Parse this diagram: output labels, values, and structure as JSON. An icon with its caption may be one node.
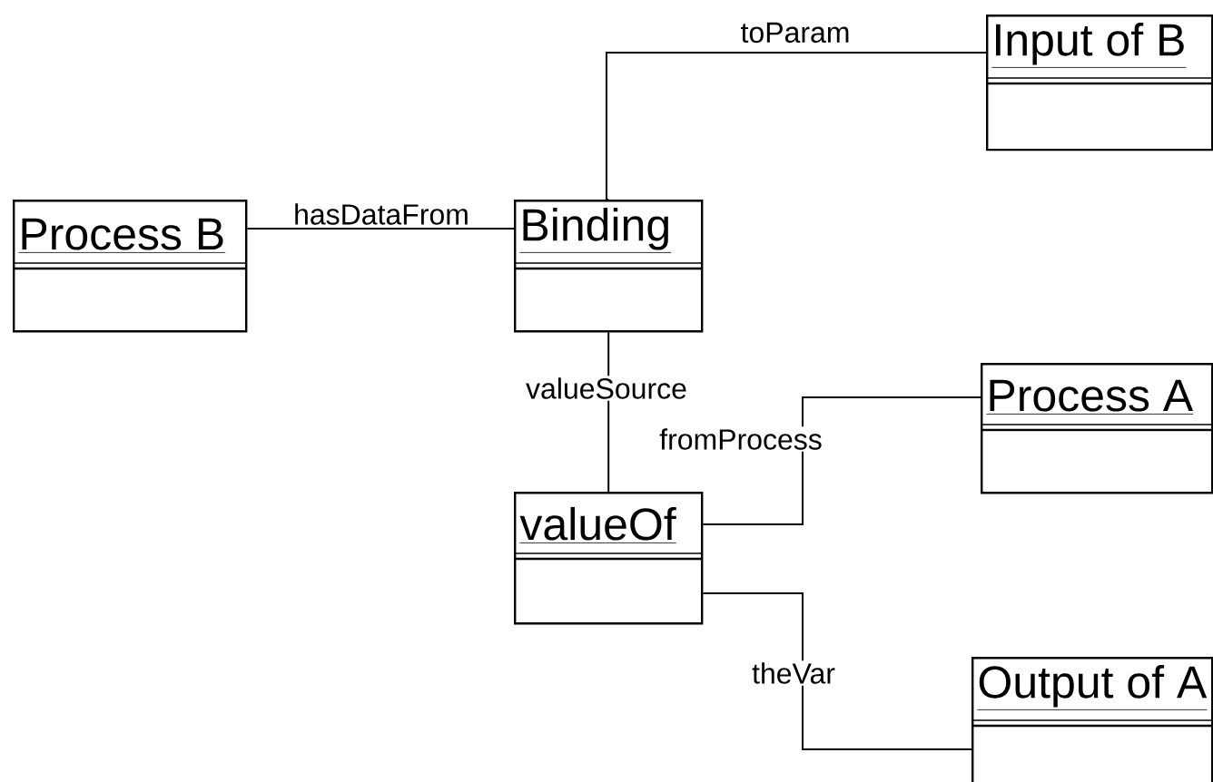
{
  "diagram": {
    "nodes": [
      {
        "text": [
          "Input of B"
        ]
      },
      {
        "text": [
          "Process B"
        ]
      },
      {
        "text": [
          "Binding"
        ]
      },
      {
        "text": [
          "Process A"
        ]
      },
      {
        "text": [
          "valueOf"
        ]
      },
      {
        "text": [
          "Output of A"
        ]
      }
    ],
    "edges": [
      {
        "from": 1,
        "to": 2,
        "arrow": "none",
        "label": "hasDataFrom"
      },
      {
        "from": 2,
        "to": 0,
        "arrow": "none",
        "label": "toParam"
      },
      {
        "from": 2,
        "to": 4,
        "arrow": "none",
        "label": "valueSource"
      },
      {
        "from": 4,
        "to": 3,
        "arrow": "none",
        "label": "fromProcess"
      },
      {
        "from": 4,
        "to": 5,
        "arrow": "none",
        "label": "theVar"
      }
    ]
  }
}
